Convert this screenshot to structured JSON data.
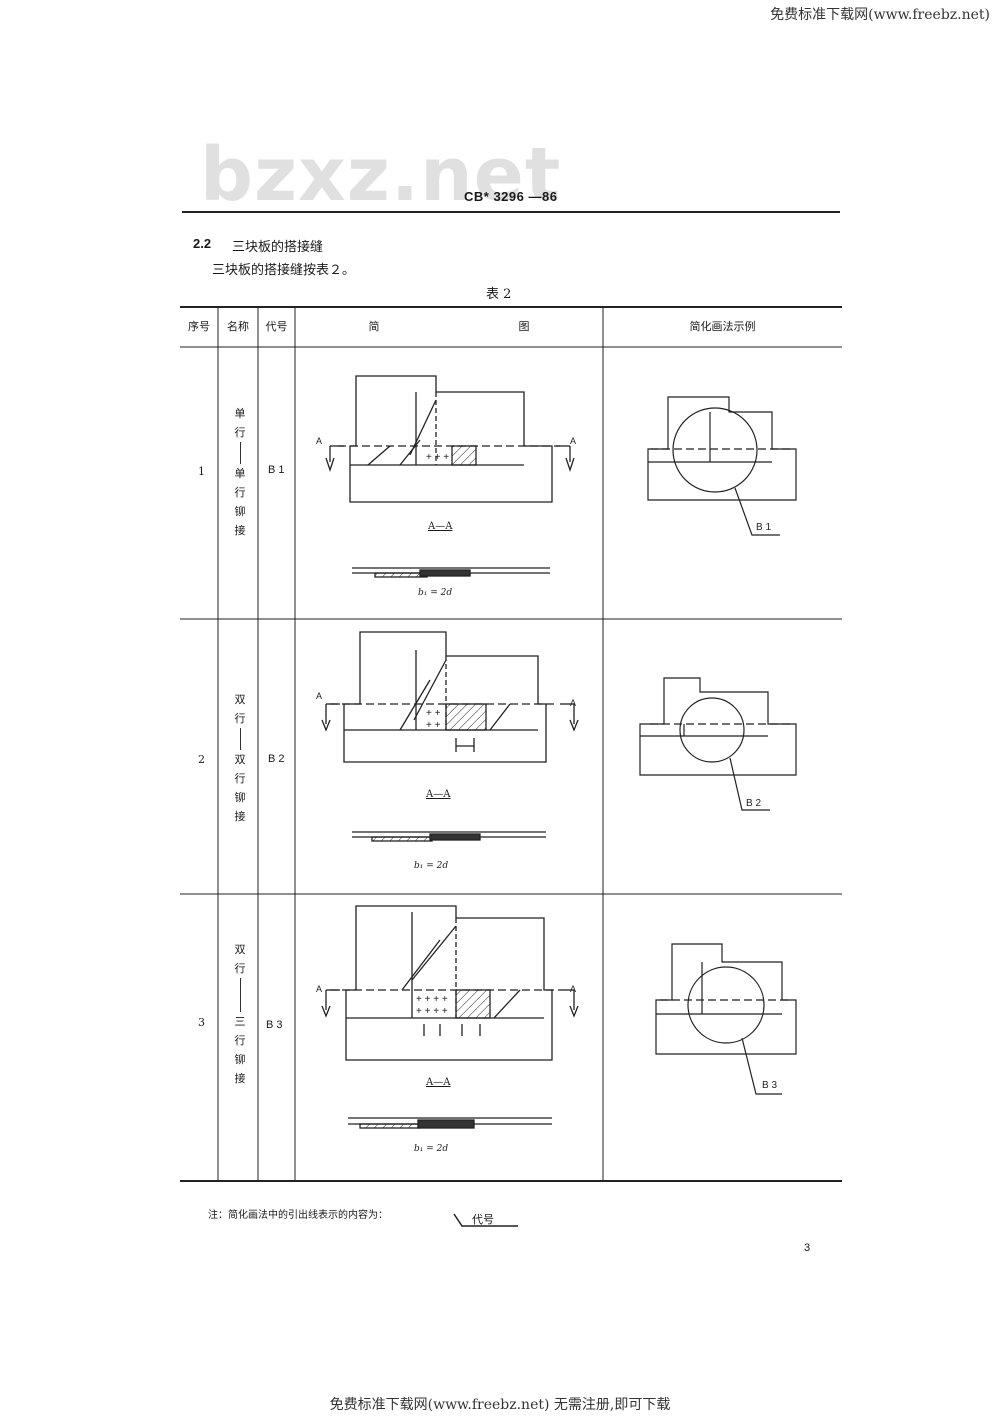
{
  "site_header": "免费标准下载网(www.freebz.net)",
  "site_footer": "免费标准下载网(www.freebz.net) 无需注册,即可下载",
  "watermark": "bzxz.net",
  "standard_code": "CB* 3296 —86",
  "section": {
    "number": "2.2",
    "title": "三块板的搭接缝",
    "body": "三块板的搭接缝按表２。"
  },
  "table_caption": "表 2",
  "table": {
    "headers": [
      "序号",
      "名称",
      "代号",
      "简",
      "图",
      "简化画法示例"
    ],
    "rows": [
      {
        "no": "1",
        "name": [
          "单",
          "行",
          "单",
          "行",
          "铆",
          "接"
        ],
        "code": "B 1",
        "section_label": "A—A",
        "arrow_label": "A",
        "formula": "b₁ = 2d",
        "callout": "B 1"
      },
      {
        "no": "2",
        "name": [
          "双",
          "行",
          "双",
          "行",
          "铆",
          "接"
        ],
        "code": "B 2",
        "section_label": "A—A",
        "arrow_label": "A",
        "formula": "b₁ = 2d",
        "callout": "B 2"
      },
      {
        "no": "3",
        "name": [
          "双",
          "行",
          "三",
          "行",
          "铆",
          "接"
        ],
        "code": "B 3",
        "section_label": "A—A",
        "arrow_label": "A",
        "formula": "b₁ = 2d",
        "callout": "B 3"
      }
    ]
  },
  "note": "注：简化画法中的引出线表示的内容为：",
  "note_code": "代号",
  "page_number": "3"
}
